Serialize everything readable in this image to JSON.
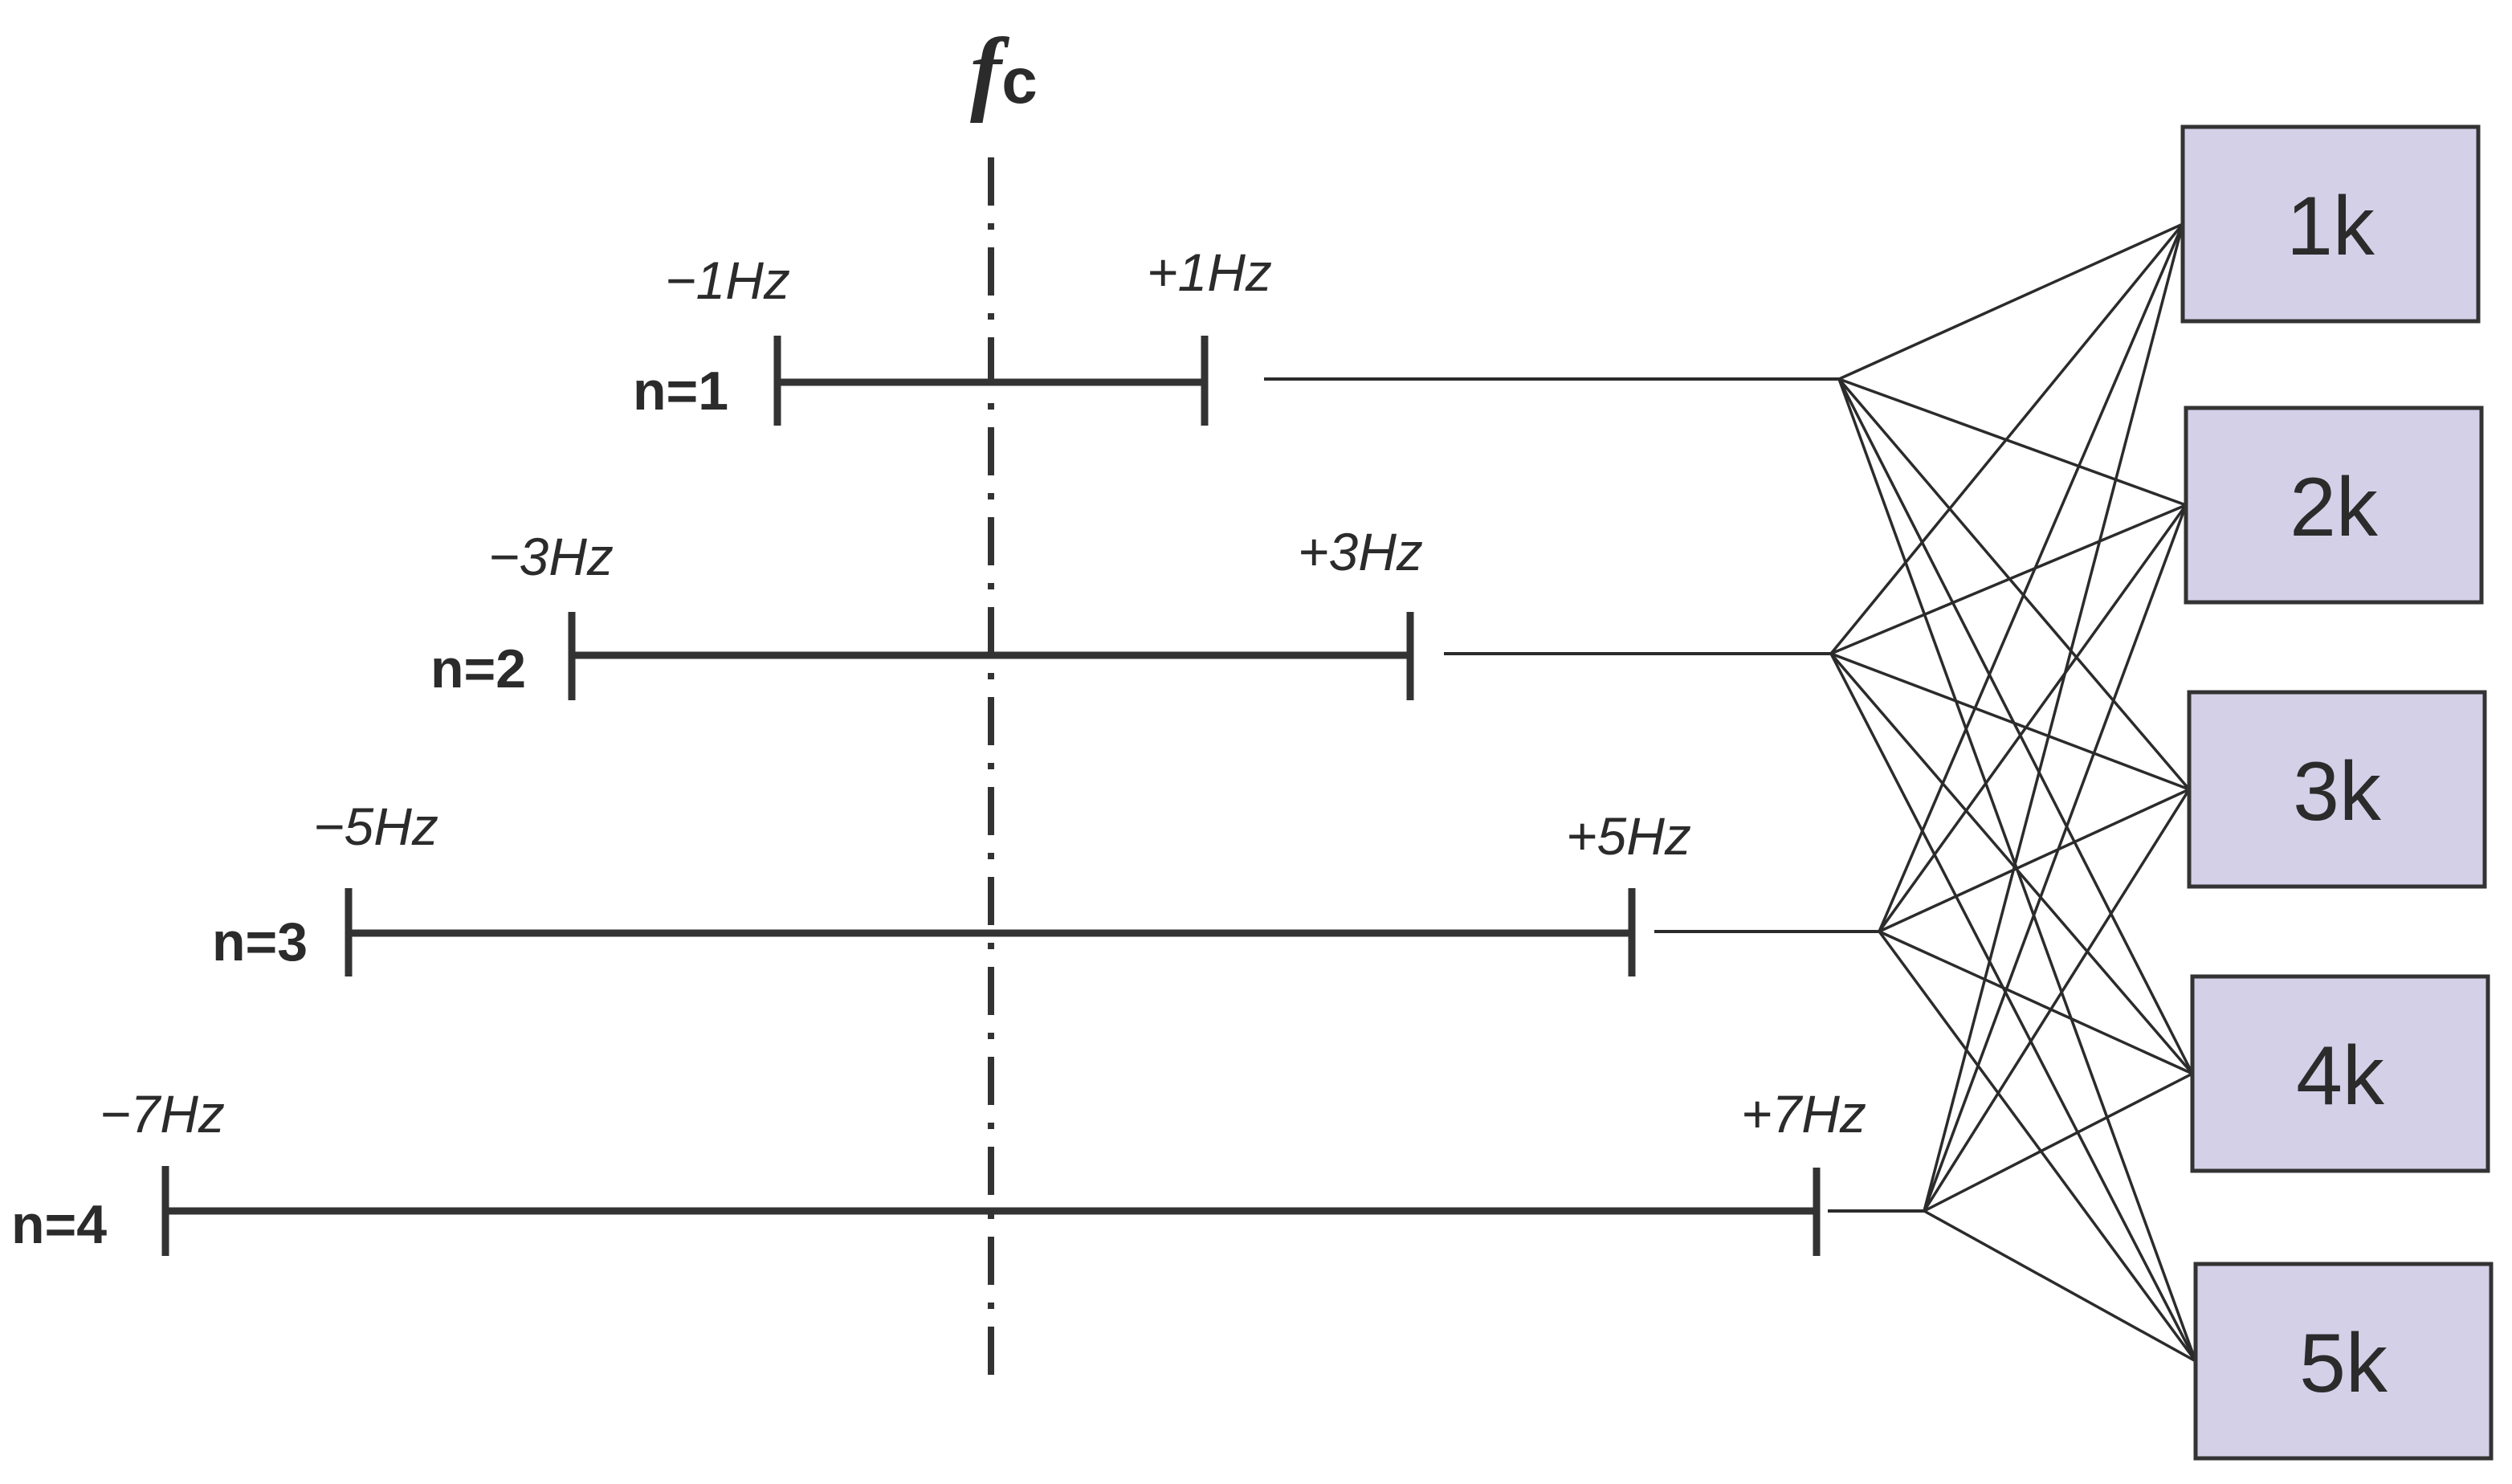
{
  "center_label": {
    "symbol": "f",
    "subscript": "c"
  },
  "bands": [
    {
      "row_label": "n=1",
      "lower_label": "−1Hz",
      "upper_label": "+1Hz",
      "lower_hz": -1,
      "upper_hz": 1
    },
    {
      "row_label": "n=2",
      "lower_label": "−3Hz",
      "upper_label": "+3Hz",
      "lower_hz": -3,
      "upper_hz": 3
    },
    {
      "row_label": "n=3",
      "lower_label": "−5Hz",
      "upper_label": "+5Hz",
      "lower_hz": -5,
      "upper_hz": 5
    },
    {
      "row_label": "n=4",
      "lower_label": "−7Hz",
      "upper_label": "+7Hz",
      "lower_hz": -7,
      "upper_hz": 7
    }
  ],
  "boxes": [
    {
      "label": "1k"
    },
    {
      "label": "2k"
    },
    {
      "label": "3k"
    },
    {
      "label": "4k"
    },
    {
      "label": "5k"
    }
  ],
  "connections": "every band connects to every box",
  "colors": {
    "box_fill": "#d3d0e8",
    "ink": "#333333"
  }
}
